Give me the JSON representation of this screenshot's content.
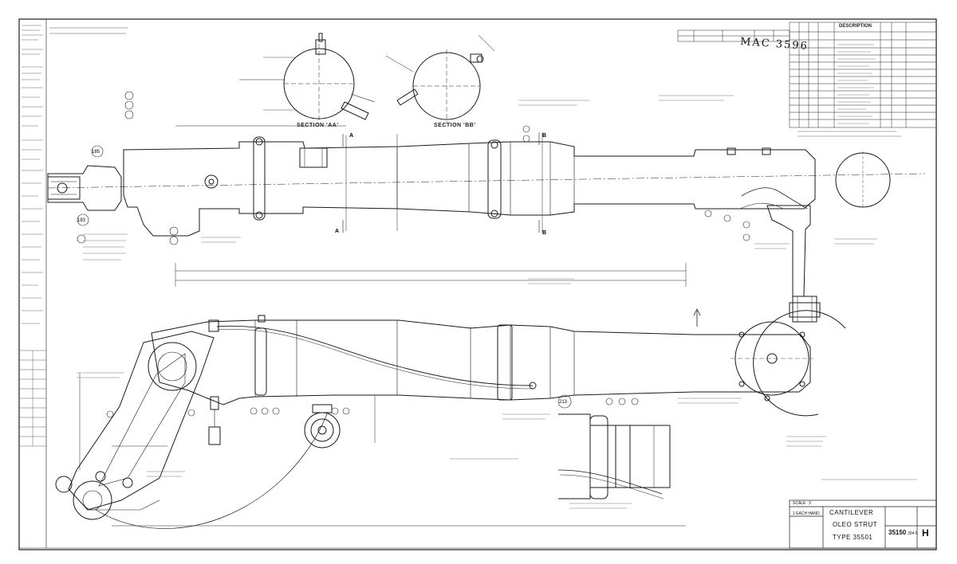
{
  "handwritten_reference": "MAC 3596",
  "section_labels": {
    "section_a": "SECTION 'AA'",
    "section_b": "SECTION 'BB'"
  },
  "title_block": {
    "scale_label": "SCALE",
    "scale_value": "3",
    "title_lines": [
      "CANTILEVER",
      "OLEO STRUT",
      "TYPE 35501"
    ],
    "drawing_number": "35150",
    "sheet_ref": "304-5",
    "revision": "H",
    "quantity_note": "1 EACH HAND"
  },
  "list_header": {
    "description": "DESCRIPTION"
  },
  "section_marks": [
    "A",
    "A",
    "B",
    "B"
  ],
  "item_balloons": [
    "185",
    "183",
    "213"
  ],
  "colors": {
    "ink": "#1a1a1a",
    "paper": "#ffffff",
    "faint_ink": "#6b6b6b"
  }
}
